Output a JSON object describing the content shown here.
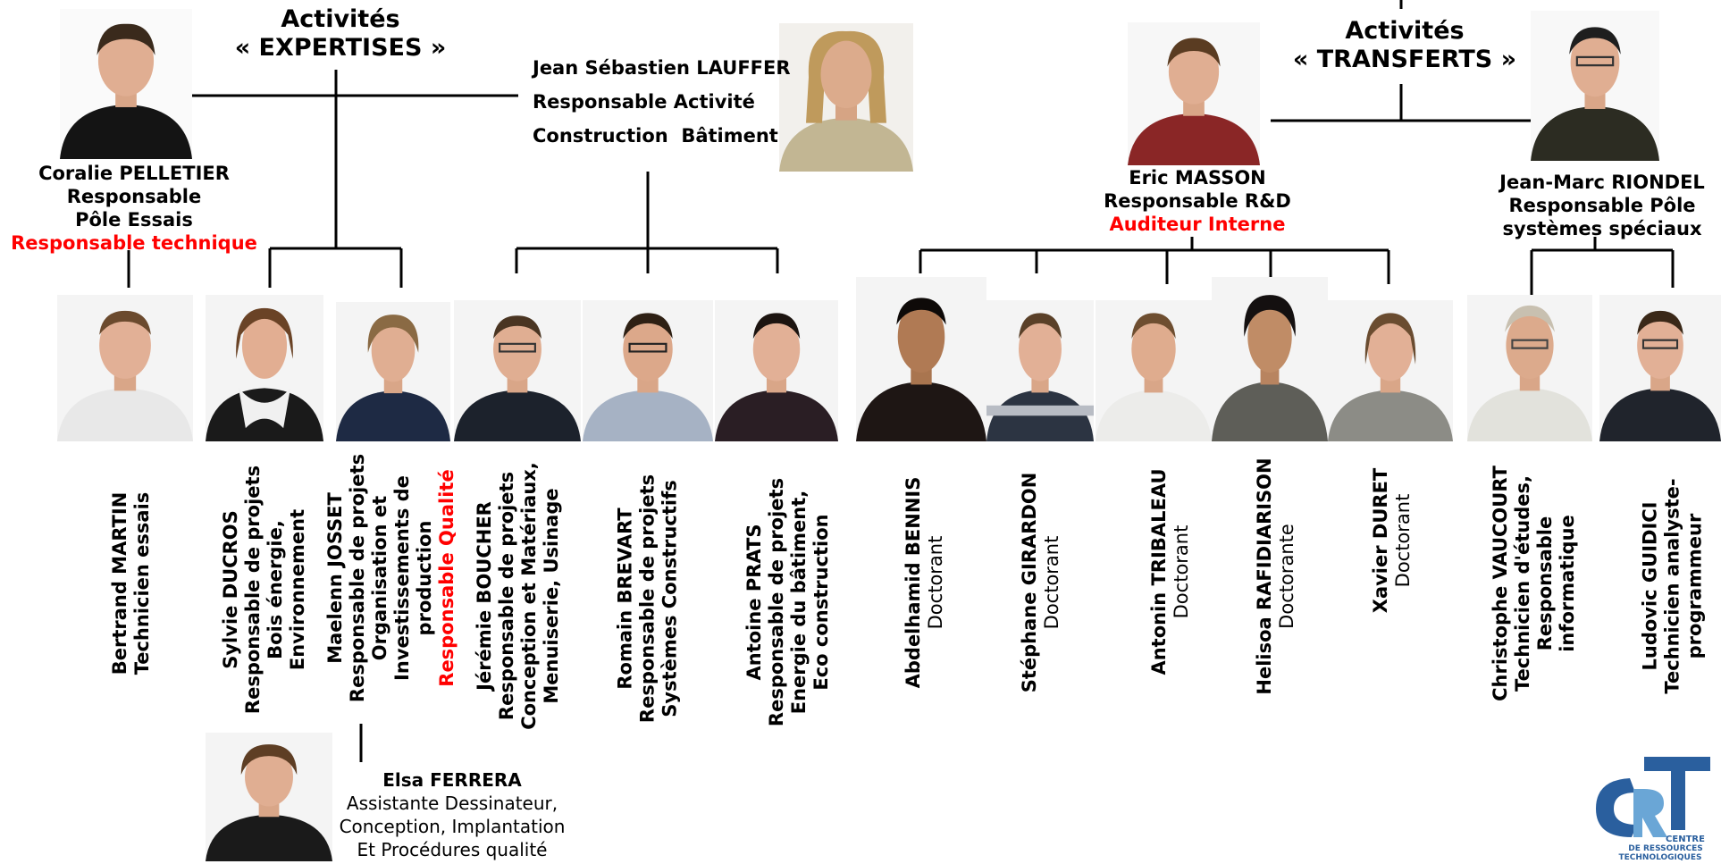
{
  "headers": {
    "expertises": {
      "line1": "Activités",
      "line2": "« EXPERTISES »"
    },
    "transferts": {
      "line1": "Activités",
      "line2": "« TRANSFERTS »"
    }
  },
  "leaders": {
    "pelletier": {
      "name": "Coralie PELLETIER",
      "role1": "Responsable",
      "role2": "Pôle Essais",
      "role3": "Responsable technique"
    },
    "lauffer": {
      "name": "Jean Sébastien LAUFFER",
      "role1": "Responsable Activité",
      "role2": "Construction  Bâtiment"
    },
    "masson": {
      "name": "Eric MASSON",
      "role1": "Responsable R&D",
      "role2": "Auditeur Interne"
    },
    "riondel": {
      "name": "Jean-Marc RIONDEL",
      "role1": "Responsable Pôle",
      "role2": "systèmes spéciaux"
    }
  },
  "staff": {
    "martin": {
      "name": "Bertrand MARTIN",
      "role": "Technicien essais"
    },
    "ducros": {
      "name": "Sylvie DUCROS",
      "role1": "Responsable de projets",
      "role2": "Bois énergie,",
      "role3": "Environnement"
    },
    "josset": {
      "name": "Maelenn JOSSET",
      "role1": "Responsable de projets",
      "role2": "Organisation et",
      "role3": "Investissements de",
      "role4": "production",
      "role5": "Responsable Qualité"
    },
    "boucher": {
      "name": "Jérémie BOUCHER",
      "role1": "Responsable de projets",
      "role2": "Conception et Matériaux,",
      "role3": "Menuiserie, Usinage"
    },
    "brevart": {
      "name": "Romain BREVART",
      "role1": "Responsable de projets",
      "role2": "Systèmes Constructifs"
    },
    "prats": {
      "name": "Antoine PRATS",
      "role1": "Responsable de projets",
      "role2": "Energie du bâtiment,",
      "role3": "Eco construction"
    },
    "bennis": {
      "name": "Abdelhamid BENNIS",
      "role": "Doctorant"
    },
    "girardon": {
      "name": "Stéphane GIRARDON",
      "role": "Doctorant"
    },
    "tribaleau": {
      "name": "Antonin TRIBALEAU",
      "role": "Doctorant"
    },
    "rafidiarison": {
      "name": "Helisoa RAFIDIARISON",
      "role": "Doctorante"
    },
    "duret": {
      "name": "Xavier DURET",
      "role": "Doctorant"
    },
    "vaucourt": {
      "name": "Christophe VAUCOURT",
      "role1": "Technicien d'études,",
      "role2": "Responsable",
      "role3": "informatique"
    },
    "guidici": {
      "name": "Ludovic GUIDICI",
      "role1": "Technicien analyste-",
      "role2": "programmeur"
    },
    "ferrera": {
      "name": "Elsa FERRERA",
      "role1": "Assistante Dessinateur,",
      "role2": "Conception, Implantation",
      "role3": "Et Procédures qualité"
    }
  },
  "logo": {
    "letters": "CRT",
    "line1": "CENTRE",
    "line2": "DE RESSOURCES",
    "line3": "TECHNOLOGIQUES"
  },
  "colors": {
    "accent_red": "#ff0000",
    "logo_blue": "#2a5f9e",
    "logo_light": "#6aa6d6"
  }
}
